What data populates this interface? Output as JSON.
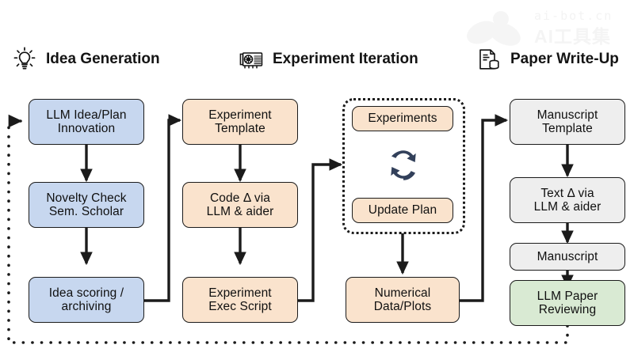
{
  "watermark": {
    "line1": "ai-bot.cn",
    "line2": "AI工具集"
  },
  "sections": [
    {
      "id": "idea-generation",
      "title": "Idea Generation",
      "icon": "lightbulb-icon"
    },
    {
      "id": "experiment-iteration",
      "title": "Experiment Iteration",
      "icon": "gpu-card-icon"
    },
    {
      "id": "paper-write-up",
      "title": "Paper Write-Up",
      "icon": "document-database-icon"
    }
  ],
  "colors": {
    "blue": "#c7d7ef",
    "peach": "#fae3cd",
    "gray": "#eeeeee",
    "green": "#d9ead3",
    "stroke": "#1b1b1b",
    "cycle_icon": "#32405a"
  },
  "nodes": {
    "llm_idea_plan": {
      "line1": "LLM Idea/Plan",
      "line2": "Innovation"
    },
    "novelty_check": {
      "line1": "Novelty Check",
      "line2": "Sem. Scholar"
    },
    "idea_scoring": {
      "line1": "Idea scoring /",
      "line2": "archiving"
    },
    "experiment_template": {
      "line1": "Experiment",
      "line2": "Template"
    },
    "code_delta": {
      "line1": "Code Δ via",
      "line2": "LLM & aider"
    },
    "experiment_exec": {
      "line1": "Experiment",
      "line2": "Exec Script"
    },
    "experiments": {
      "line1": "Experiments",
      "line2": ""
    },
    "update_plan": {
      "line1": "Update Plan",
      "line2": ""
    },
    "numerical_data": {
      "line1": "Numerical",
      "line2": "Data/Plots"
    },
    "manuscript_template": {
      "line1": "Manuscript",
      "line2": "Template"
    },
    "text_delta": {
      "line1": "Text Δ via",
      "line2": "LLM & aider"
    },
    "manuscript": {
      "line1": "Manuscript",
      "line2": ""
    },
    "llm_paper_reviewing": {
      "line1": "LLM Paper",
      "line2": "Reviewing"
    }
  },
  "loop_icon": {
    "name": "cycle-refresh-icon"
  },
  "feedback_loop": {
    "name": "feedback-dotted-loop",
    "style": "dotted"
  }
}
